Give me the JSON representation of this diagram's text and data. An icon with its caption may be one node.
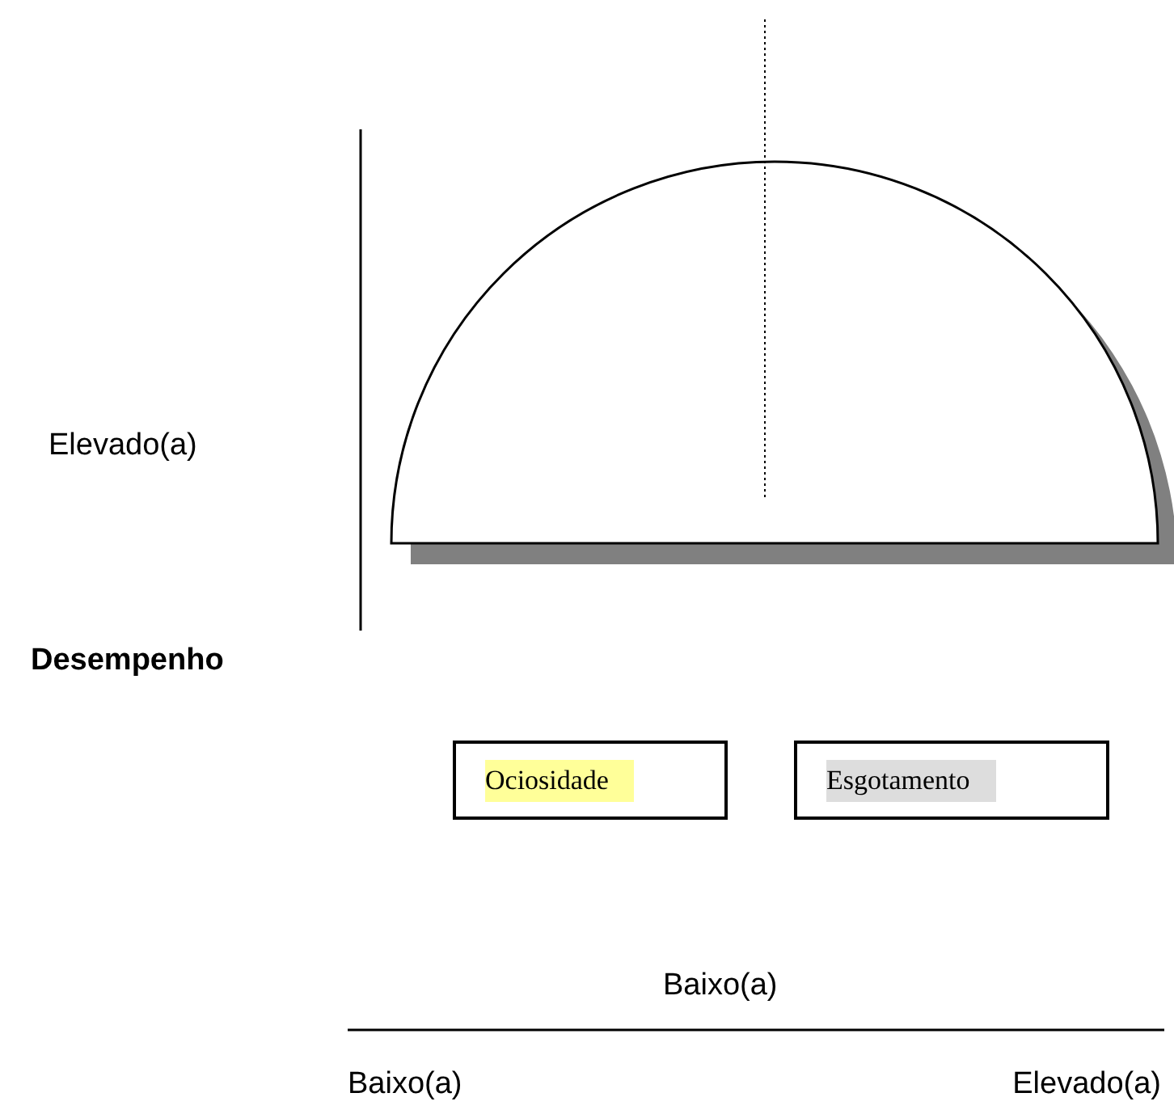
{
  "diagram": {
    "nodes": [
      {
        "text": [
          "Ociosidade"
        ]
      },
      {
        "text": [
          "Esgotamento"
        ]
      }
    ],
    "labels": [
      "Elevado(a)",
      "Desempenho",
      "Baixo(a)",
      "Baixo(a)",
      "Elevado(a)"
    ]
  }
}
